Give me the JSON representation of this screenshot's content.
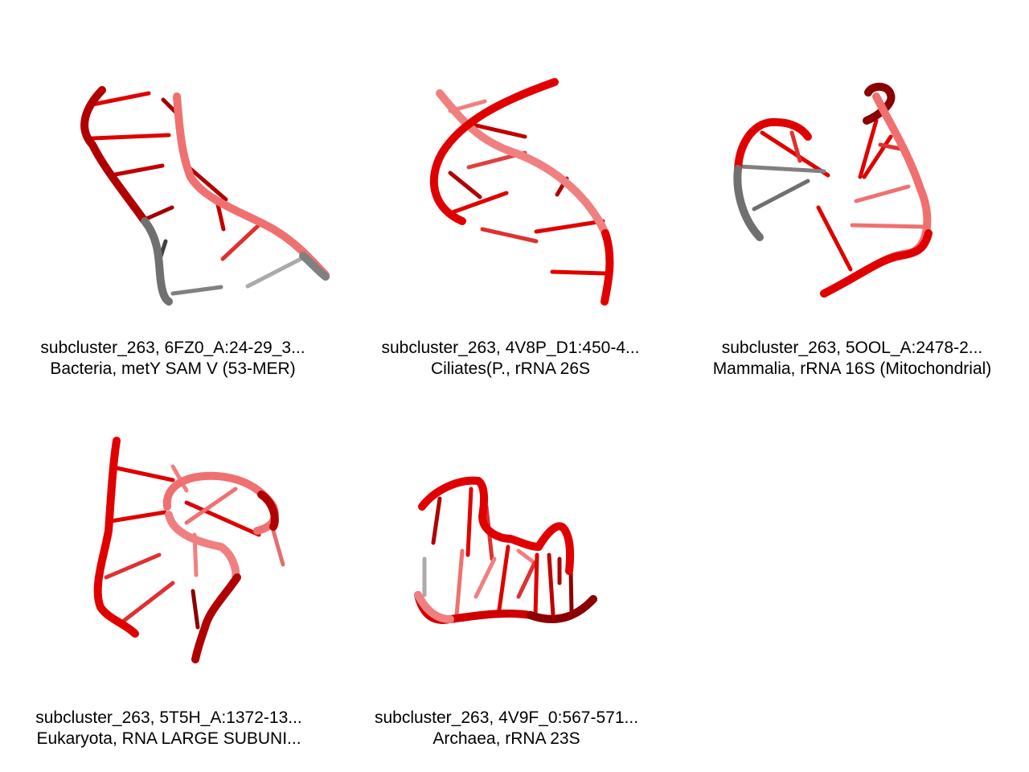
{
  "panels": [
    {
      "line1": "subcluster_263, 6FZ0_A:24-29_3...",
      "line2": "Bacteria, metY SAM V (53-MER)"
    },
    {
      "line1": "subcluster_263, 4V8P_D1:450-4...",
      "line2": "Ciliates(P., rRNA 26S"
    },
    {
      "line1": "subcluster_263, 5OOL_A:2478-2...",
      "line2": "Mammalia, rRNA 16S (Mitochondrial)"
    },
    {
      "line1": "subcluster_263, 5T5H_A:1372-13...",
      "line2": "Eukaryota, RNA LARGE SUBUNI..."
    },
    {
      "line1": "subcluster_263, 4V9F_0:567-571...",
      "line2": "Archaea, rRNA 23S"
    }
  ],
  "colors": {
    "backbone_red": "#e00000",
    "backbone_dark": "#8b0000",
    "backbone_light": "#f08080",
    "backbone_gray": "#707070",
    "background": "#ffffff"
  }
}
